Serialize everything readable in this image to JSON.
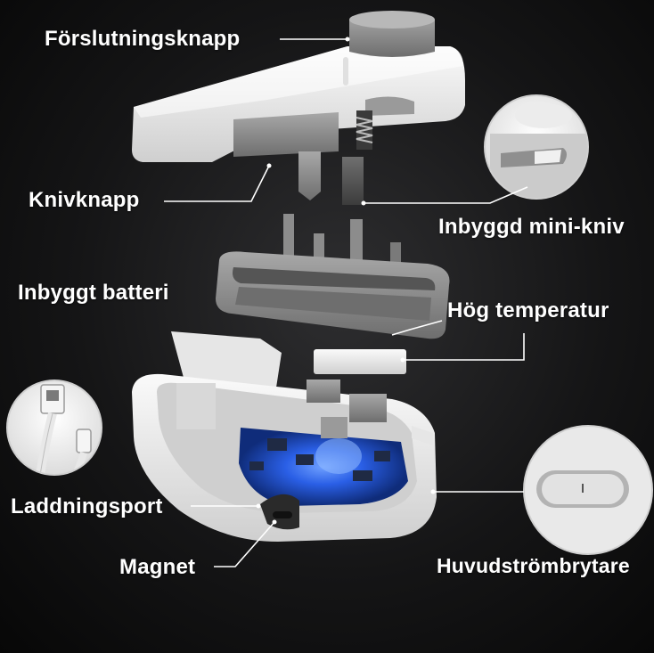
{
  "labels": {
    "closing_button": "Förslutningsknapp",
    "knife_button": "Knivknapp",
    "builtin_mini_knife": "Inbyggd mini-kniv",
    "builtin_battery": "Inbyggt batteri",
    "high_temperature": "Hög temperatur",
    "charging_port": "Laddningsport",
    "magnet": "Magnet",
    "main_power_switch": "Huvudströmbrytare"
  },
  "colors": {
    "background": "#151516",
    "shell_white": "#f2f2f2",
    "shell_gray": "#8c8c8c",
    "pcb_blue": "#2f6bff",
    "label_text": "#ffffff"
  },
  "icons": {
    "charging_cable": "usb-cable-icon",
    "mini_knife": "knife-slot-icon",
    "power_switch": "power-switch-icon"
  }
}
